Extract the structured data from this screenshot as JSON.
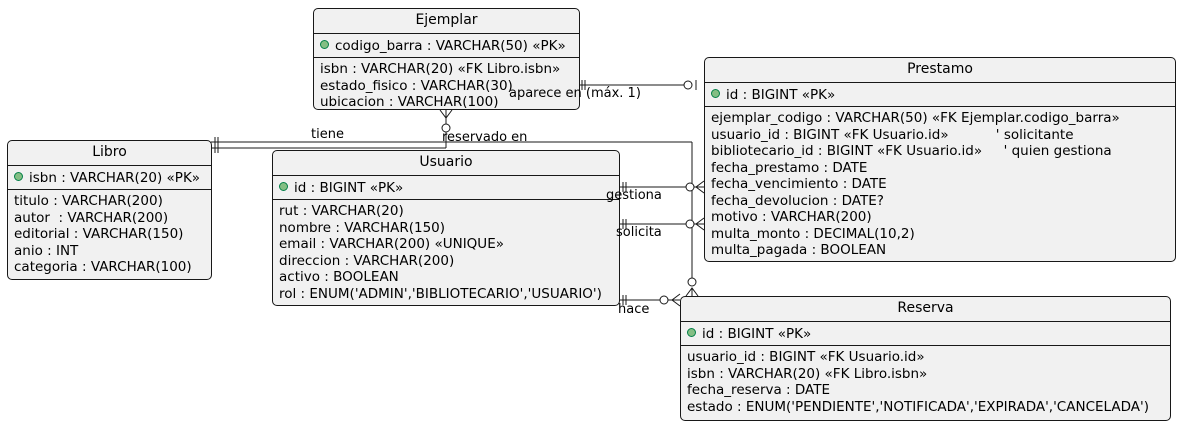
{
  "entities": {
    "ejemplar": {
      "title": "Ejemplar",
      "pk_icon": "green-circle",
      "pk": "codigo_barra : VARCHAR(50) «PK»",
      "attrs": [
        "isbn : VARCHAR(20) «FK Libro.isbn»",
        "estado_fisico : VARCHAR(30)",
        "ubicacion : VARCHAR(100)"
      ]
    },
    "libro": {
      "title": "Libro",
      "pk_icon": "green-circle",
      "pk": "isbn : VARCHAR(20) «PK»",
      "attrs": [
        "titulo : VARCHAR(200)",
        "autor  : VARCHAR(200)",
        "editorial : VARCHAR(150)",
        "anio : INT",
        "categoria : VARCHAR(100)"
      ]
    },
    "usuario": {
      "title": "Usuario",
      "pk_icon": "green-circle",
      "pk": "id : BIGINT «PK»",
      "attrs": [
        "rut : VARCHAR(20)",
        "nombre : VARCHAR(150)",
        "email : VARCHAR(200) «UNIQUE»",
        "direccion : VARCHAR(200)",
        "activo : BOOLEAN",
        "rol : ENUM('ADMIN','BIBLIOTECARIO','USUARIO')"
      ]
    },
    "prestamo": {
      "title": "Prestamo",
      "pk_icon": "green-circle",
      "pk": "id : BIGINT «PK»",
      "attrs": [
        "ejemplar_codigo : VARCHAR(50) «FK Ejemplar.codigo_barra»",
        "usuario_id : BIGINT «FK Usuario.id»           ' solicitante",
        "bibliotecario_id : BIGINT «FK Usuario.id»     ' quien gestiona",
        "fecha_prestamo : DATE",
        "fecha_vencimiento : DATE",
        "fecha_devolucion : DATE?",
        "motivo : VARCHAR(200)",
        "multa_monto : DECIMAL(10,2)",
        "multa_pagada : BOOLEAN"
      ]
    },
    "reserva": {
      "title": "Reserva",
      "pk_icon": "green-circle",
      "pk": "id : BIGINT «PK»",
      "attrs": [
        "usuario_id : BIGINT «FK Usuario.id»",
        "isbn : VARCHAR(20) «FK Libro.isbn»",
        "fecha_reserva : DATE",
        "estado : ENUM('PENDIENTE','NOTIFICADA','EXPIRADA','CANCELADA')"
      ]
    }
  },
  "relationships": {
    "aparece_en": "aparece en (máx. 1)",
    "tiene": "tiene",
    "reservado_en": "reservado en",
    "gestiona": "gestiona",
    "solicita": "solicita",
    "hace": "hace"
  },
  "colors": {
    "entity_bg": "#f1f1f1",
    "border": "#181818",
    "pk_dot": "#84be84"
  }
}
